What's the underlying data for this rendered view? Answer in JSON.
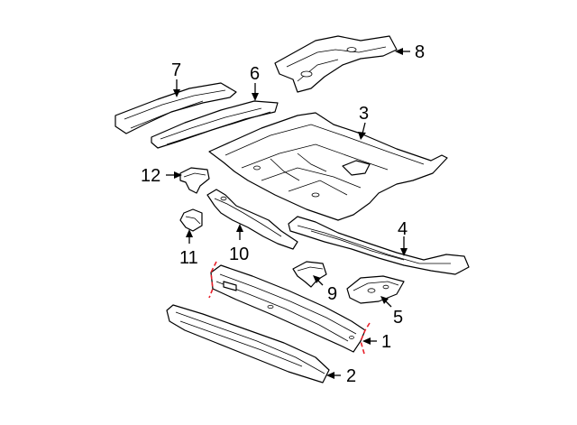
{
  "diagram": {
    "callouts": [
      {
        "id": "1",
        "label": "1"
      },
      {
        "id": "2",
        "label": "2"
      },
      {
        "id": "3",
        "label": "3"
      },
      {
        "id": "4",
        "label": "4"
      },
      {
        "id": "5",
        "label": "5"
      },
      {
        "id": "6",
        "label": "6"
      },
      {
        "id": "7",
        "label": "7"
      },
      {
        "id": "8",
        "label": "8"
      },
      {
        "id": "9",
        "label": "9"
      },
      {
        "id": "10",
        "label": "10"
      },
      {
        "id": "11",
        "label": "11"
      },
      {
        "id": "12",
        "label": "12"
      }
    ],
    "colors": {
      "line": "#000000",
      "background": "#ffffff",
      "cut_marks": "#e8202a"
    }
  }
}
